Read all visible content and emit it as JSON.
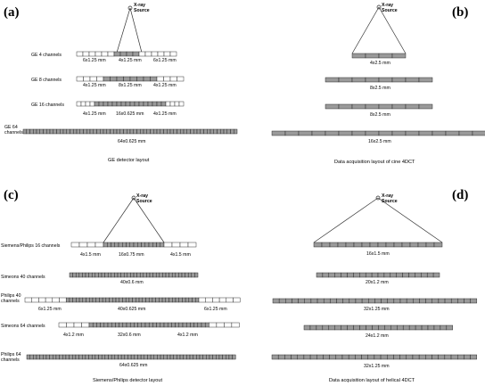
{
  "colors": {
    "active": "#9a9a9a",
    "inactive": "#ffffff",
    "outline": "#222222"
  },
  "panels": [
    {
      "label": "(a)",
      "caption": "GE detector layout",
      "source": {
        "line1": "X-ray",
        "line2": "Source"
      },
      "rows": [
        {
          "name": "GE 4 channels",
          "segments": [
            "6x1.25 mm",
            "4x1.25 mm",
            "6x1.25 mm"
          ]
        },
        {
          "name": "GE 8 channels",
          "segments": [
            "4x1.25 mm",
            "8x1.25 mm",
            "4x1.25 mm"
          ]
        },
        {
          "name": "GE 16 channels",
          "segments": [
            "4x1.25 mm",
            "16x0.625 mm",
            "4x1.25 mm"
          ]
        },
        {
          "name_line1": "GE 64",
          "name_line2": "channels",
          "segments": [
            "64x0.625 mm"
          ]
        }
      ]
    },
    {
      "label": "(b)",
      "caption": "Data acquisition layout of cine 4DCT",
      "source": {
        "line1": "X-ray",
        "line2": "Source"
      },
      "rows": [
        {
          "segments": [
            "4x2.5 mm"
          ]
        },
        {
          "segments": [
            "8x2.5 mm"
          ]
        },
        {
          "segments": [
            "8x2.5 mm"
          ]
        },
        {
          "segments": [
            "16x2.5 mm"
          ]
        }
      ]
    },
    {
      "label": "(c)",
      "caption": "Siemens/Philips detector layout",
      "source": {
        "line1": "X-ray",
        "line2": "Source"
      },
      "rows": [
        {
          "name": "Siemens/Philips 16 channels",
          "segments": [
            "4x1.5 mm",
            "16x0.75 mm",
            "4x1.5 mm"
          ]
        },
        {
          "name": "Simeons 40 channels",
          "segments": [
            "40x0.6 mm"
          ]
        },
        {
          "name_line1": "Philips 40",
          "name_line2": "channels",
          "segments": [
            "6x1.25 mm",
            "40x0.625 mm",
            "6x1.25 mm"
          ]
        },
        {
          "name": "Simeons 64 channels",
          "segments": [
            "4x1.2 mm",
            "32x0.6 mm",
            "4x1.2 mm"
          ]
        },
        {
          "name_line1": "Philips 64",
          "name_line2": "channels",
          "segments": [
            "64x0.625 mm"
          ]
        }
      ]
    },
    {
      "label": "(d)",
      "caption": "Data acquisition layout of helical 4DCT",
      "source": {
        "line1": "X-ray",
        "line2": "Source"
      },
      "rows": [
        {
          "segments": [
            "16x1.5 mm"
          ]
        },
        {
          "segments": [
            "20x1.2 mm"
          ]
        },
        {
          "segments": [
            "32x1.25 mm"
          ]
        },
        {
          "segments": [
            "24x1.2 mm"
          ]
        },
        {
          "segments": [
            "32x1.25 mm"
          ]
        }
      ]
    }
  ]
}
